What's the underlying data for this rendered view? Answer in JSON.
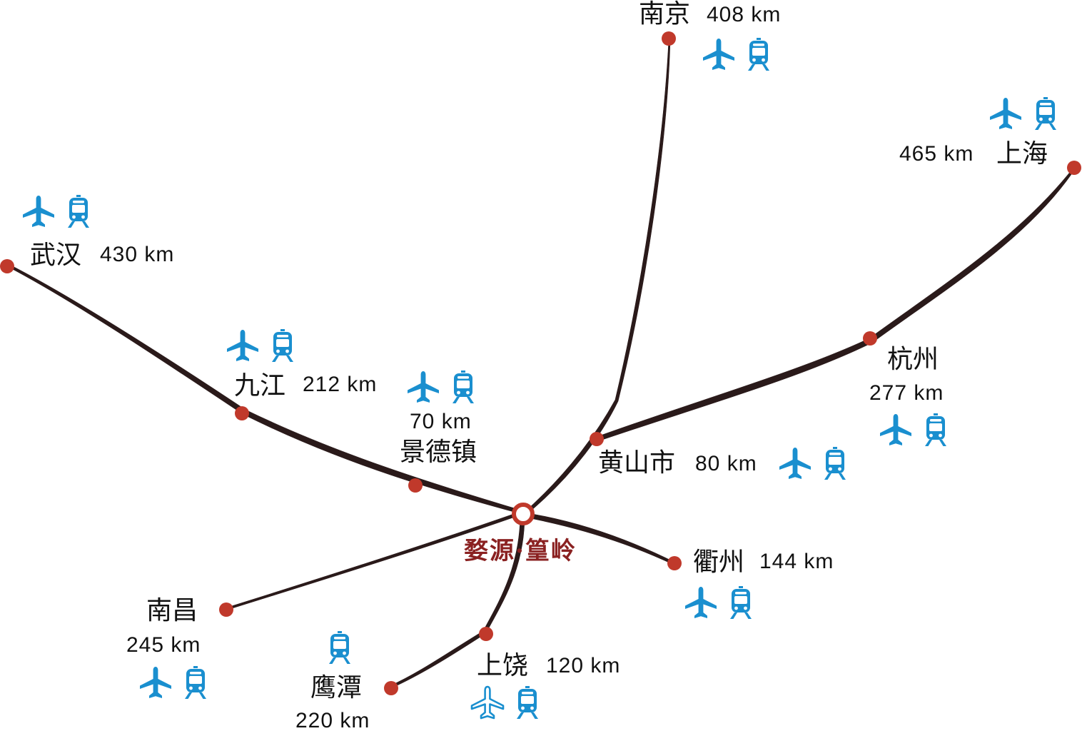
{
  "colors": {
    "route_line": "#2a1a1a",
    "city_dot": "#c0392b",
    "center_ring": "#c0392b",
    "center_label": "#8a2121",
    "transport_icon": "#1a8fcf"
  },
  "center": {
    "name": "婺源·篁岭"
  },
  "cities": [
    {
      "id": "nanjing",
      "name": "南京",
      "distance": "408 km",
      "icons": [
        "airplane-icon",
        "train-icon"
      ]
    },
    {
      "id": "shanghai",
      "name": "上海",
      "distance": "465 km",
      "icons": [
        "airplane-icon",
        "train-icon"
      ]
    },
    {
      "id": "wuhan",
      "name": "武汉",
      "distance": "430 km",
      "icons": [
        "airplane-icon",
        "train-icon"
      ]
    },
    {
      "id": "jiujiang",
      "name": "九江",
      "distance": "212 km",
      "icons": [
        "airplane-icon",
        "train-icon"
      ]
    },
    {
      "id": "jingdezhen",
      "name": "景德镇",
      "distance": "70 km",
      "icons": [
        "airplane-icon",
        "train-icon"
      ]
    },
    {
      "id": "hangzhou",
      "name": "杭州",
      "distance": "277 km",
      "icons": [
        "airplane-icon",
        "train-icon"
      ]
    },
    {
      "id": "huangshan",
      "name": "黄山市",
      "distance": "80 km",
      "icons": [
        "airplane-icon",
        "train-icon"
      ]
    },
    {
      "id": "quzhou",
      "name": "衢州",
      "distance": "144 km",
      "icons": [
        "airplane-icon",
        "train-icon"
      ]
    },
    {
      "id": "nanchang",
      "name": "南昌",
      "distance": "245 km",
      "icons": [
        "airplane-icon",
        "train-icon"
      ]
    },
    {
      "id": "yingtan",
      "name": "鹰潭",
      "distance": "220 km",
      "icons": [
        "train-icon"
      ]
    },
    {
      "id": "shangrao",
      "name": "上饶",
      "distance": "120 km",
      "icons": [
        "airplane-outline-icon",
        "train-icon"
      ]
    }
  ]
}
